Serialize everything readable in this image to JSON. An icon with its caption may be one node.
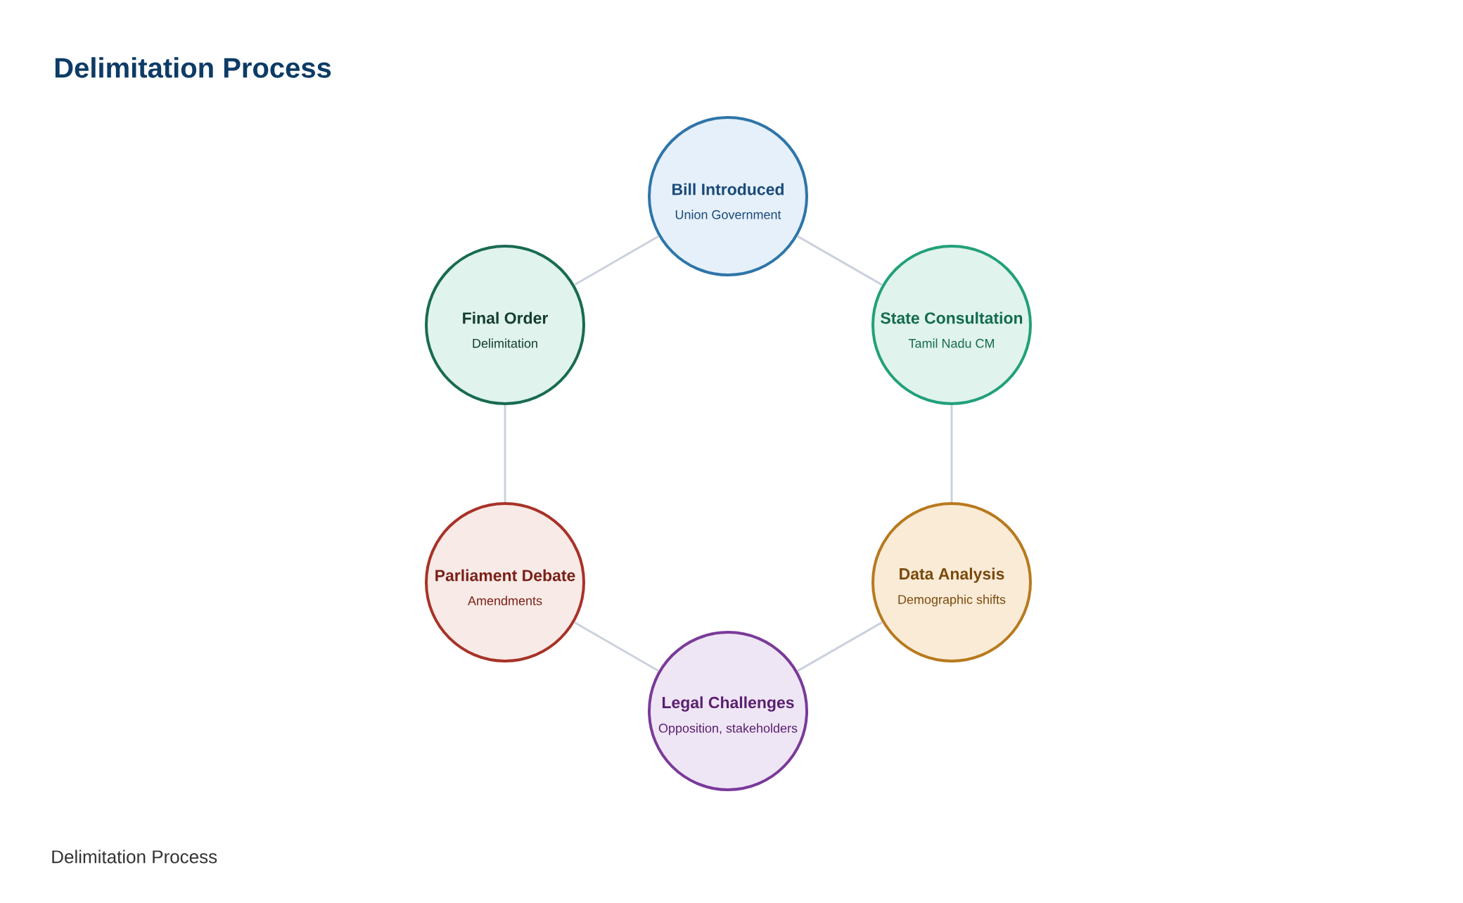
{
  "diagram": {
    "title": "Delimitation Process",
    "nodes": [
      {
        "text": [
          "Bill Introduced",
          "Union Government"
        ]
      },
      {
        "text": [
          "Final Order",
          "Delimitation"
        ]
      },
      {
        "text": [
          "State Consultation",
          "Tamil Nadu CM"
        ]
      },
      {
        "text": [
          "Parliament Debate",
          "Amendments"
        ]
      },
      {
        "text": [
          "Data Analysis",
          "Demographic shifts"
        ]
      },
      {
        "text": [
          "Legal Challenges",
          "Opposition, stakeholders"
        ]
      }
    ],
    "edges": [
      {
        "from": 0,
        "to": 2,
        "arrow": "none"
      },
      {
        "from": 2,
        "to": 4,
        "arrow": "none"
      },
      {
        "from": 4,
        "to": 5,
        "arrow": "none"
      },
      {
        "from": 5,
        "to": 3,
        "arrow": "none"
      },
      {
        "from": 3,
        "to": 1,
        "arrow": "none"
      },
      {
        "from": 1,
        "to": 0,
        "arrow": "none"
      }
    ],
    "caption": "Delimitation Process"
  }
}
